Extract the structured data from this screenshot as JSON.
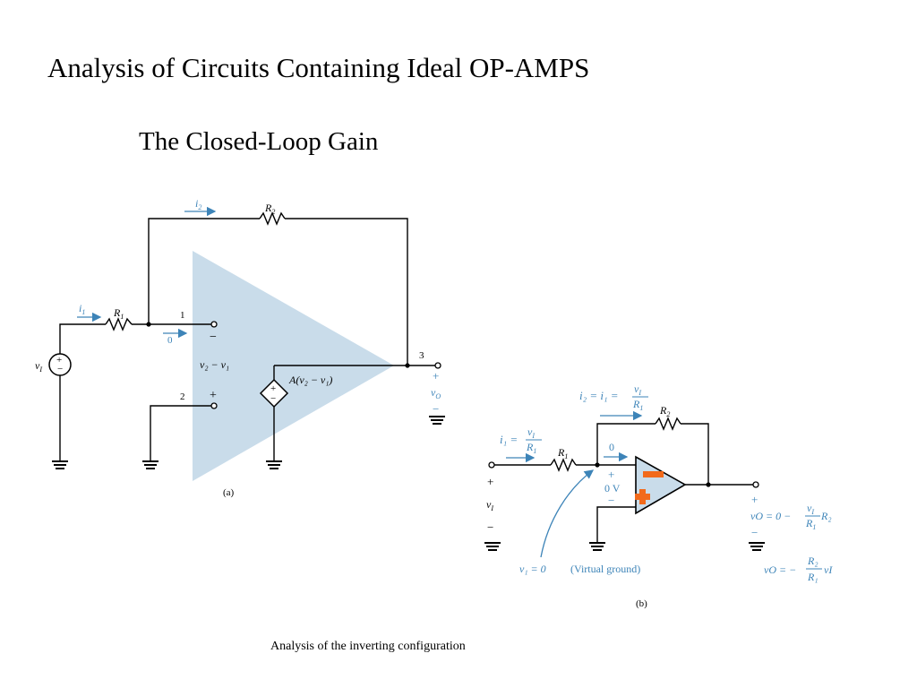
{
  "slide": {
    "title": "Analysis of Circuits Containing Ideal OP-AMPS",
    "subtitle": "The Closed-Loop Gain",
    "caption": "Analysis of the inverting configuration"
  },
  "figure_a": {
    "label": "(a)",
    "resistor_r1": "R",
    "resistor_r1_sub": "1",
    "resistor_r2": "R",
    "resistor_r2_sub": "2",
    "current_i1": "i",
    "current_i1_sub": "1",
    "current_i2": "i",
    "current_i2_sub": "2",
    "input_current_zero": "0",
    "node_1": "1",
    "node_2": "2",
    "node_3": "3",
    "minus_sign": "−",
    "plus_sign": "+",
    "source_label": "v",
    "source_label_sub": "I",
    "diff_voltage": "v₂ − v₁",
    "dependent_source": "A(v₂ − v₁)",
    "output_plus": "+",
    "output_label": "v",
    "output_label_sub": "O",
    "output_minus": "−"
  },
  "figure_b": {
    "label": "(b)",
    "i2_eq": "i₂ = i₁ =",
    "i1_eq": "i₁ =",
    "frac_num": "v",
    "frac_num_sub": "I",
    "frac_den": "R",
    "frac_den_sub": "1",
    "resistor_r1": "R",
    "resistor_r1_sub": "1",
    "resistor_r2": "R",
    "resistor_r2_sub": "2",
    "zero_current": "0",
    "plus_sign": "+",
    "zero_volt": "0 V",
    "minus_sign": "−",
    "input_plus": "+",
    "input_label": "v",
    "input_label_sub": "I",
    "input_minus": "−",
    "v1_eq": "v₁ = 0",
    "virtual_ground": "(Virtual ground)",
    "output_plus": "+",
    "vo_eq1_lhs": "vO = 0 −",
    "vo_eq1_rhs": "R₂",
    "output_minus": "−",
    "vo_eq2_lhs": "vO = −",
    "vo_eq2_num": "R₂",
    "vo_eq2_den": "R₁",
    "vo_eq2_rhs": "vI"
  },
  "colors": {
    "annotation_blue": "#3d84b8",
    "opamp_fill": "#c9dcea",
    "highlight_orange": "#f26a1b"
  }
}
